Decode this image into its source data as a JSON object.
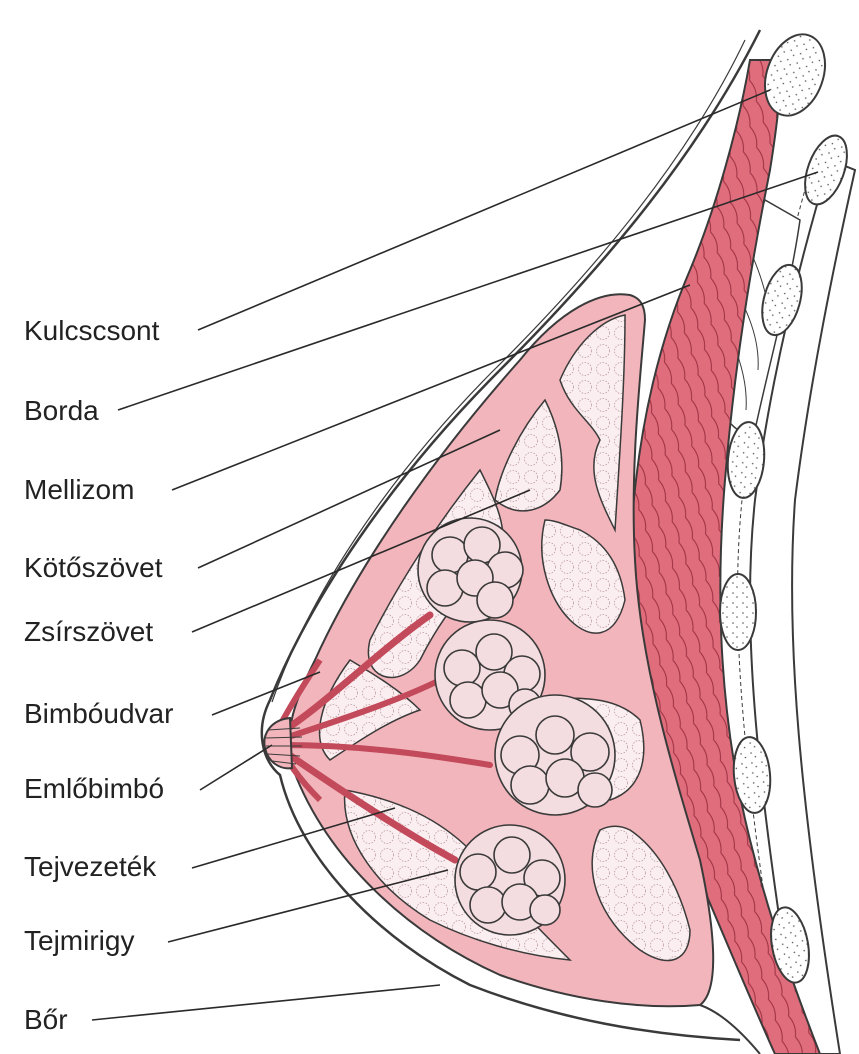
{
  "labels": {
    "clavicle": "Kulcscsont",
    "rib": "Borda",
    "pectoral_muscle": "Mellizom",
    "connective_tissue": "Kötőszövet",
    "fat_tissue": "Zsírszövet",
    "areola": "Bimbóudvar",
    "nipple": "Emlőbimbó",
    "milk_duct": "Tejvezeték",
    "mammary_gland": "Tejmirigy",
    "skin": "Bőr"
  },
  "colors": {
    "muscle": "#e06d7c",
    "connective": "#f2b5bb",
    "fat_fill": "#fbeef0",
    "gland": "#f4dde0",
    "outline": "#3a3a3a",
    "bone": "#ffffff"
  }
}
